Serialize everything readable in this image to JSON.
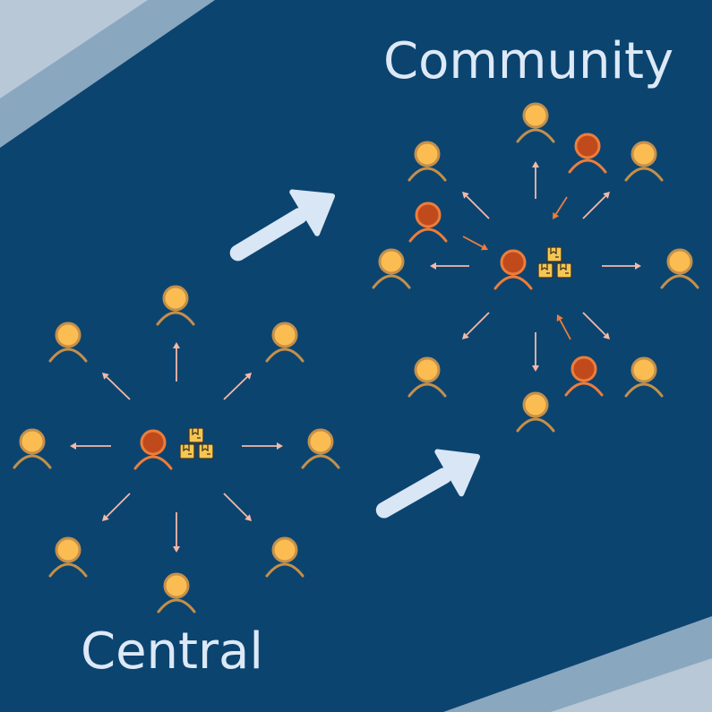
{
  "titles": {
    "community": "Community",
    "central": "Central"
  },
  "colors": {
    "background": "#0c4470",
    "corner_light": "#b8c8d6",
    "corner_mid": "#8aa7c0",
    "big_arrow": "#d9e6f5",
    "person_fill": "#fbbd52",
    "person_stroke": "#c4904a",
    "hub_fill": "#c04a1c",
    "hub_stroke": "#ed7d3a",
    "arrow_light": "#f4b9a6",
    "arrow_dark": "#ed7d3a",
    "box_fill": "#f6c654",
    "box_stroke": "#3d3520"
  },
  "diagrams": {
    "central": {
      "hub": "supplier-with-packages",
      "outbound_arrows": 8,
      "recipients": 8
    },
    "community": {
      "hub": "supplier-with-packages",
      "outbound_arrows": 8,
      "inbound_arrows": 3,
      "recipients": 8,
      "contributors": 3
    }
  },
  "transition_arrows": 2
}
